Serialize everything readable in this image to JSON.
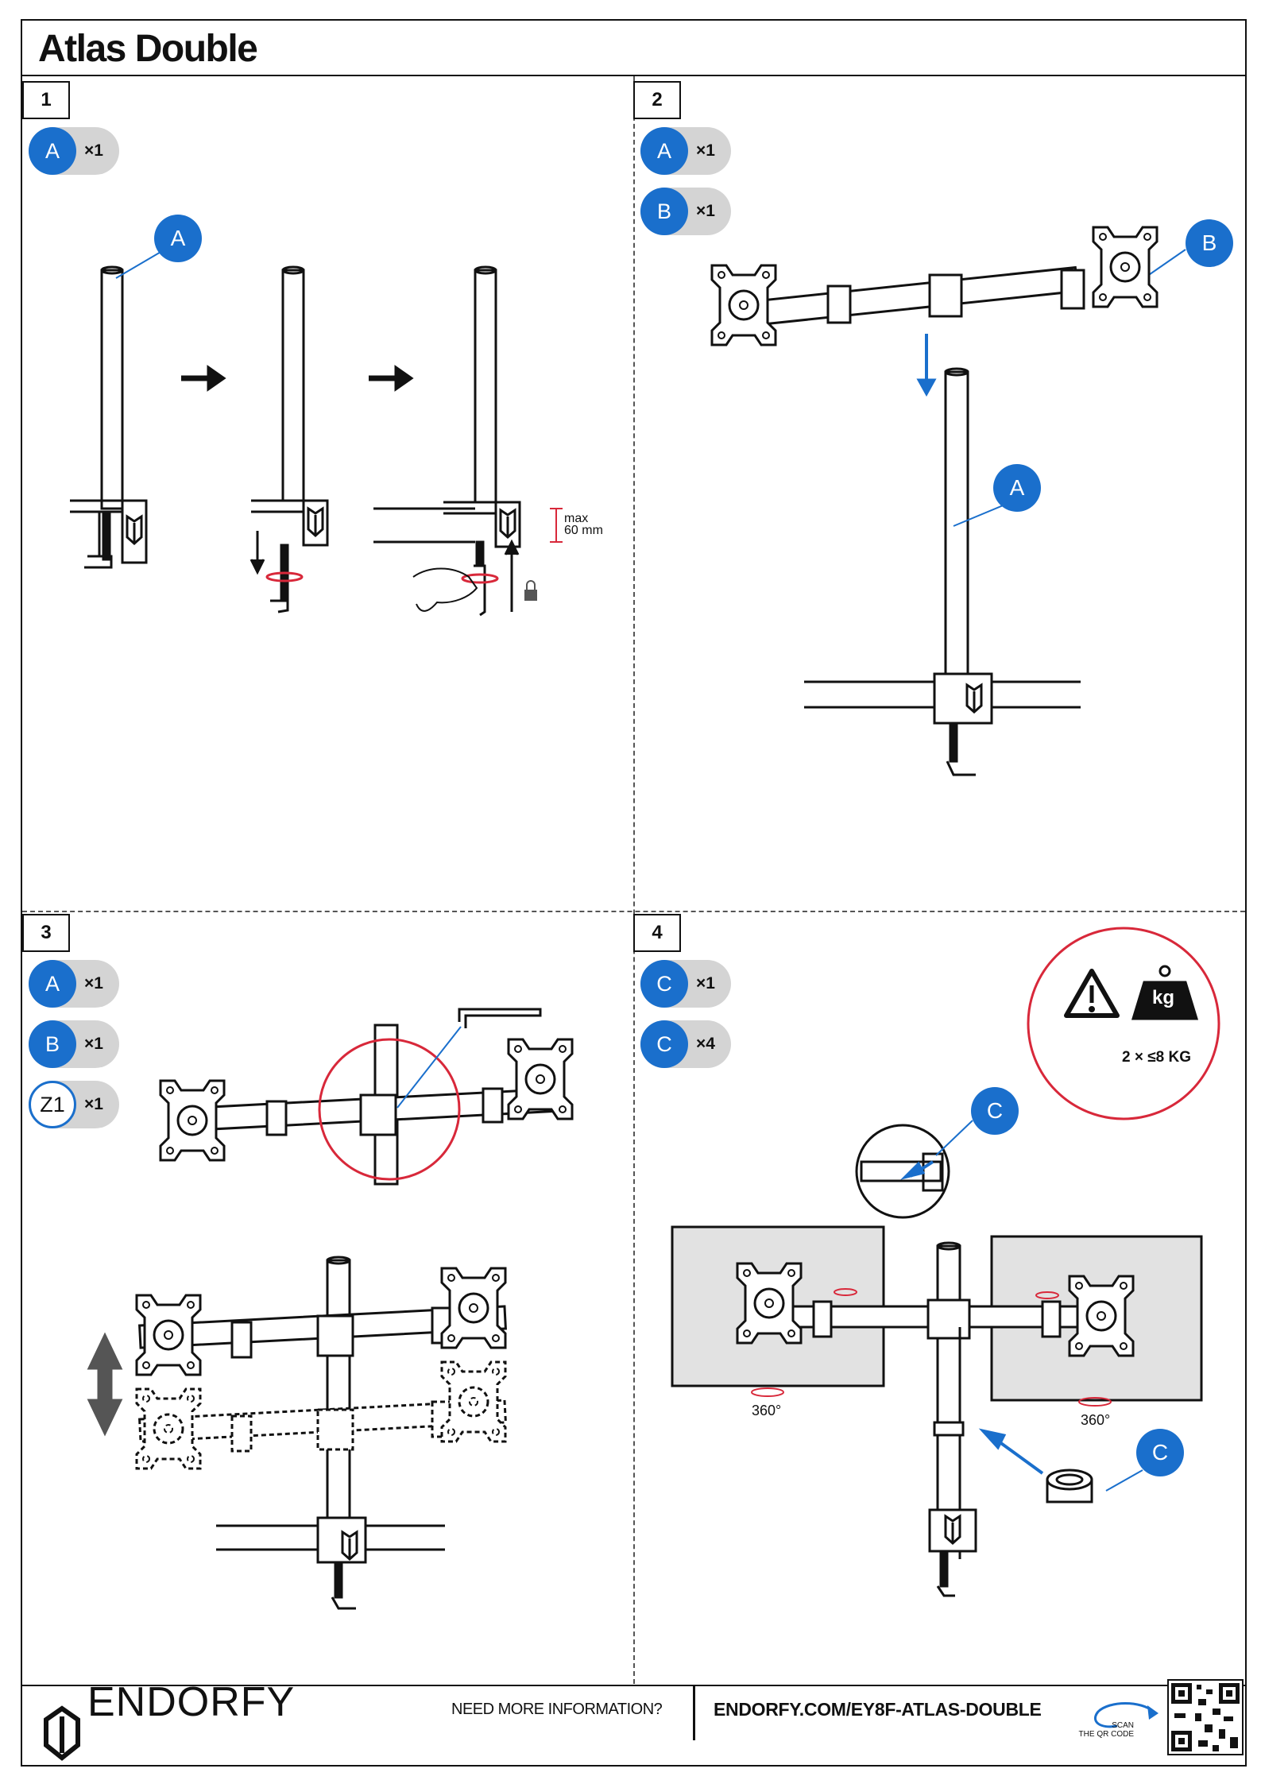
{
  "title": "Atlas Double",
  "steps": {
    "s1": {
      "number": "1",
      "parts": [
        {
          "letter": "A",
          "qty": "×1"
        }
      ],
      "callouts": [
        "A"
      ],
      "max_label": "max",
      "max_value": "60 mm"
    },
    "s2": {
      "number": "2",
      "parts": [
        {
          "letter": "A",
          "qty": "×1"
        },
        {
          "letter": "B",
          "qty": "×1"
        }
      ],
      "callouts": [
        "B",
        "A"
      ]
    },
    "s3": {
      "number": "3",
      "parts": [
        {
          "letter": "A",
          "qty": "×1"
        },
        {
          "letter": "B",
          "qty": "×1"
        },
        {
          "letter": "Z1",
          "qty": "×1"
        }
      ]
    },
    "s4": {
      "number": "4",
      "parts": [
        {
          "letter": "C",
          "qty": "×1"
        },
        {
          "letter": "C",
          "qty": "×4"
        }
      ],
      "callouts": [
        "C",
        "C"
      ],
      "rotation_left": "360°",
      "rotation_right": "360°",
      "weight_icon": "kg",
      "weight_limit": "2 × ≤8 KG"
    }
  },
  "footer": {
    "brand": "ENDORFY",
    "need_info": "NEED MORE INFORMATION?",
    "url": "ENDORFY.COM/EY8F-ATLAS-DOUBLE",
    "scan_line1": "SCAN",
    "scan_line2": "THE QR CODE"
  },
  "colors": {
    "accent": "#1a6fcc",
    "pill": "#d4d4d4",
    "warning_ring": "#d8283a"
  }
}
